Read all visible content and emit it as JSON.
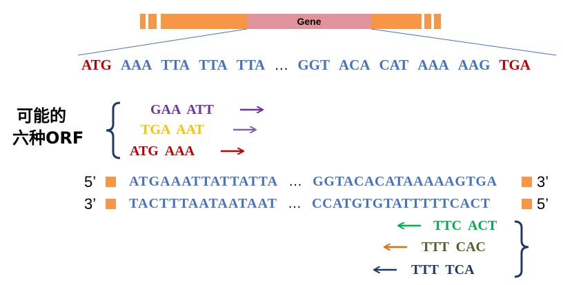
{
  "gene_bar": {
    "label": "Gene",
    "colors": {
      "exon": "#f79646",
      "gene": "#e0939b"
    }
  },
  "top_sequence": {
    "codons": [
      {
        "text": "ATG",
        "color": "#c00000"
      },
      {
        "text": "AAA",
        "color": "#4472c4"
      },
      {
        "text": "TTA",
        "color": "#4472c4"
      },
      {
        "text": "TTA",
        "color": "#4472c4"
      },
      {
        "text": "TTA",
        "color": "#4472c4"
      },
      {
        "text": "…",
        "color": "#000000"
      },
      {
        "text": "GGT",
        "color": "#4472c4"
      },
      {
        "text": "ACA",
        "color": "#4472c4"
      },
      {
        "text": "CAT",
        "color": "#4472c4"
      },
      {
        "text": "AAA",
        "color": "#4472c4"
      },
      {
        "text": "AAG",
        "color": "#4472c4"
      },
      {
        "text": "TGA",
        "color": "#c00000"
      }
    ]
  },
  "side_label": {
    "line1": "可能的",
    "line2": "六种ORF"
  },
  "forward_orfs": [
    {
      "text": "GAA  ATT",
      "color": "#7030a0",
      "arrow_color": "#7030a0"
    },
    {
      "text": "TGA  AAT",
      "color": "#ffc000",
      "arrow_color": "#8064a2"
    },
    {
      "text": "ATG  AAA",
      "color": "#c00000",
      "arrow_color": "#c00000"
    }
  ],
  "strands": {
    "top": {
      "left_end": "5’",
      "seq_a": "ATGAAATTATTATTA",
      "dots": "…",
      "seq_b": "GGTACACATAAAAAGTGA",
      "right_end": "3’"
    },
    "bottom": {
      "left_end": "3’",
      "seq_a": "TACTTTAATAATAAT",
      "dots": "…",
      "seq_b": "CCATGTGTATTTTTCACT",
      "right_end": "5’"
    },
    "color": "#4472c4"
  },
  "reverse_orfs": [
    {
      "text": "TTC  ACT",
      "color": "#00b050",
      "arrow_color": "#00b050"
    },
    {
      "text": "TTT  CAC",
      "color": "#4f6228",
      "arrow_color": "#e46c0a"
    },
    {
      "text": "TTT  TCA",
      "color": "#1f3864",
      "arrow_color": "#1f3864"
    }
  ],
  "brace_color": "#1f3864"
}
